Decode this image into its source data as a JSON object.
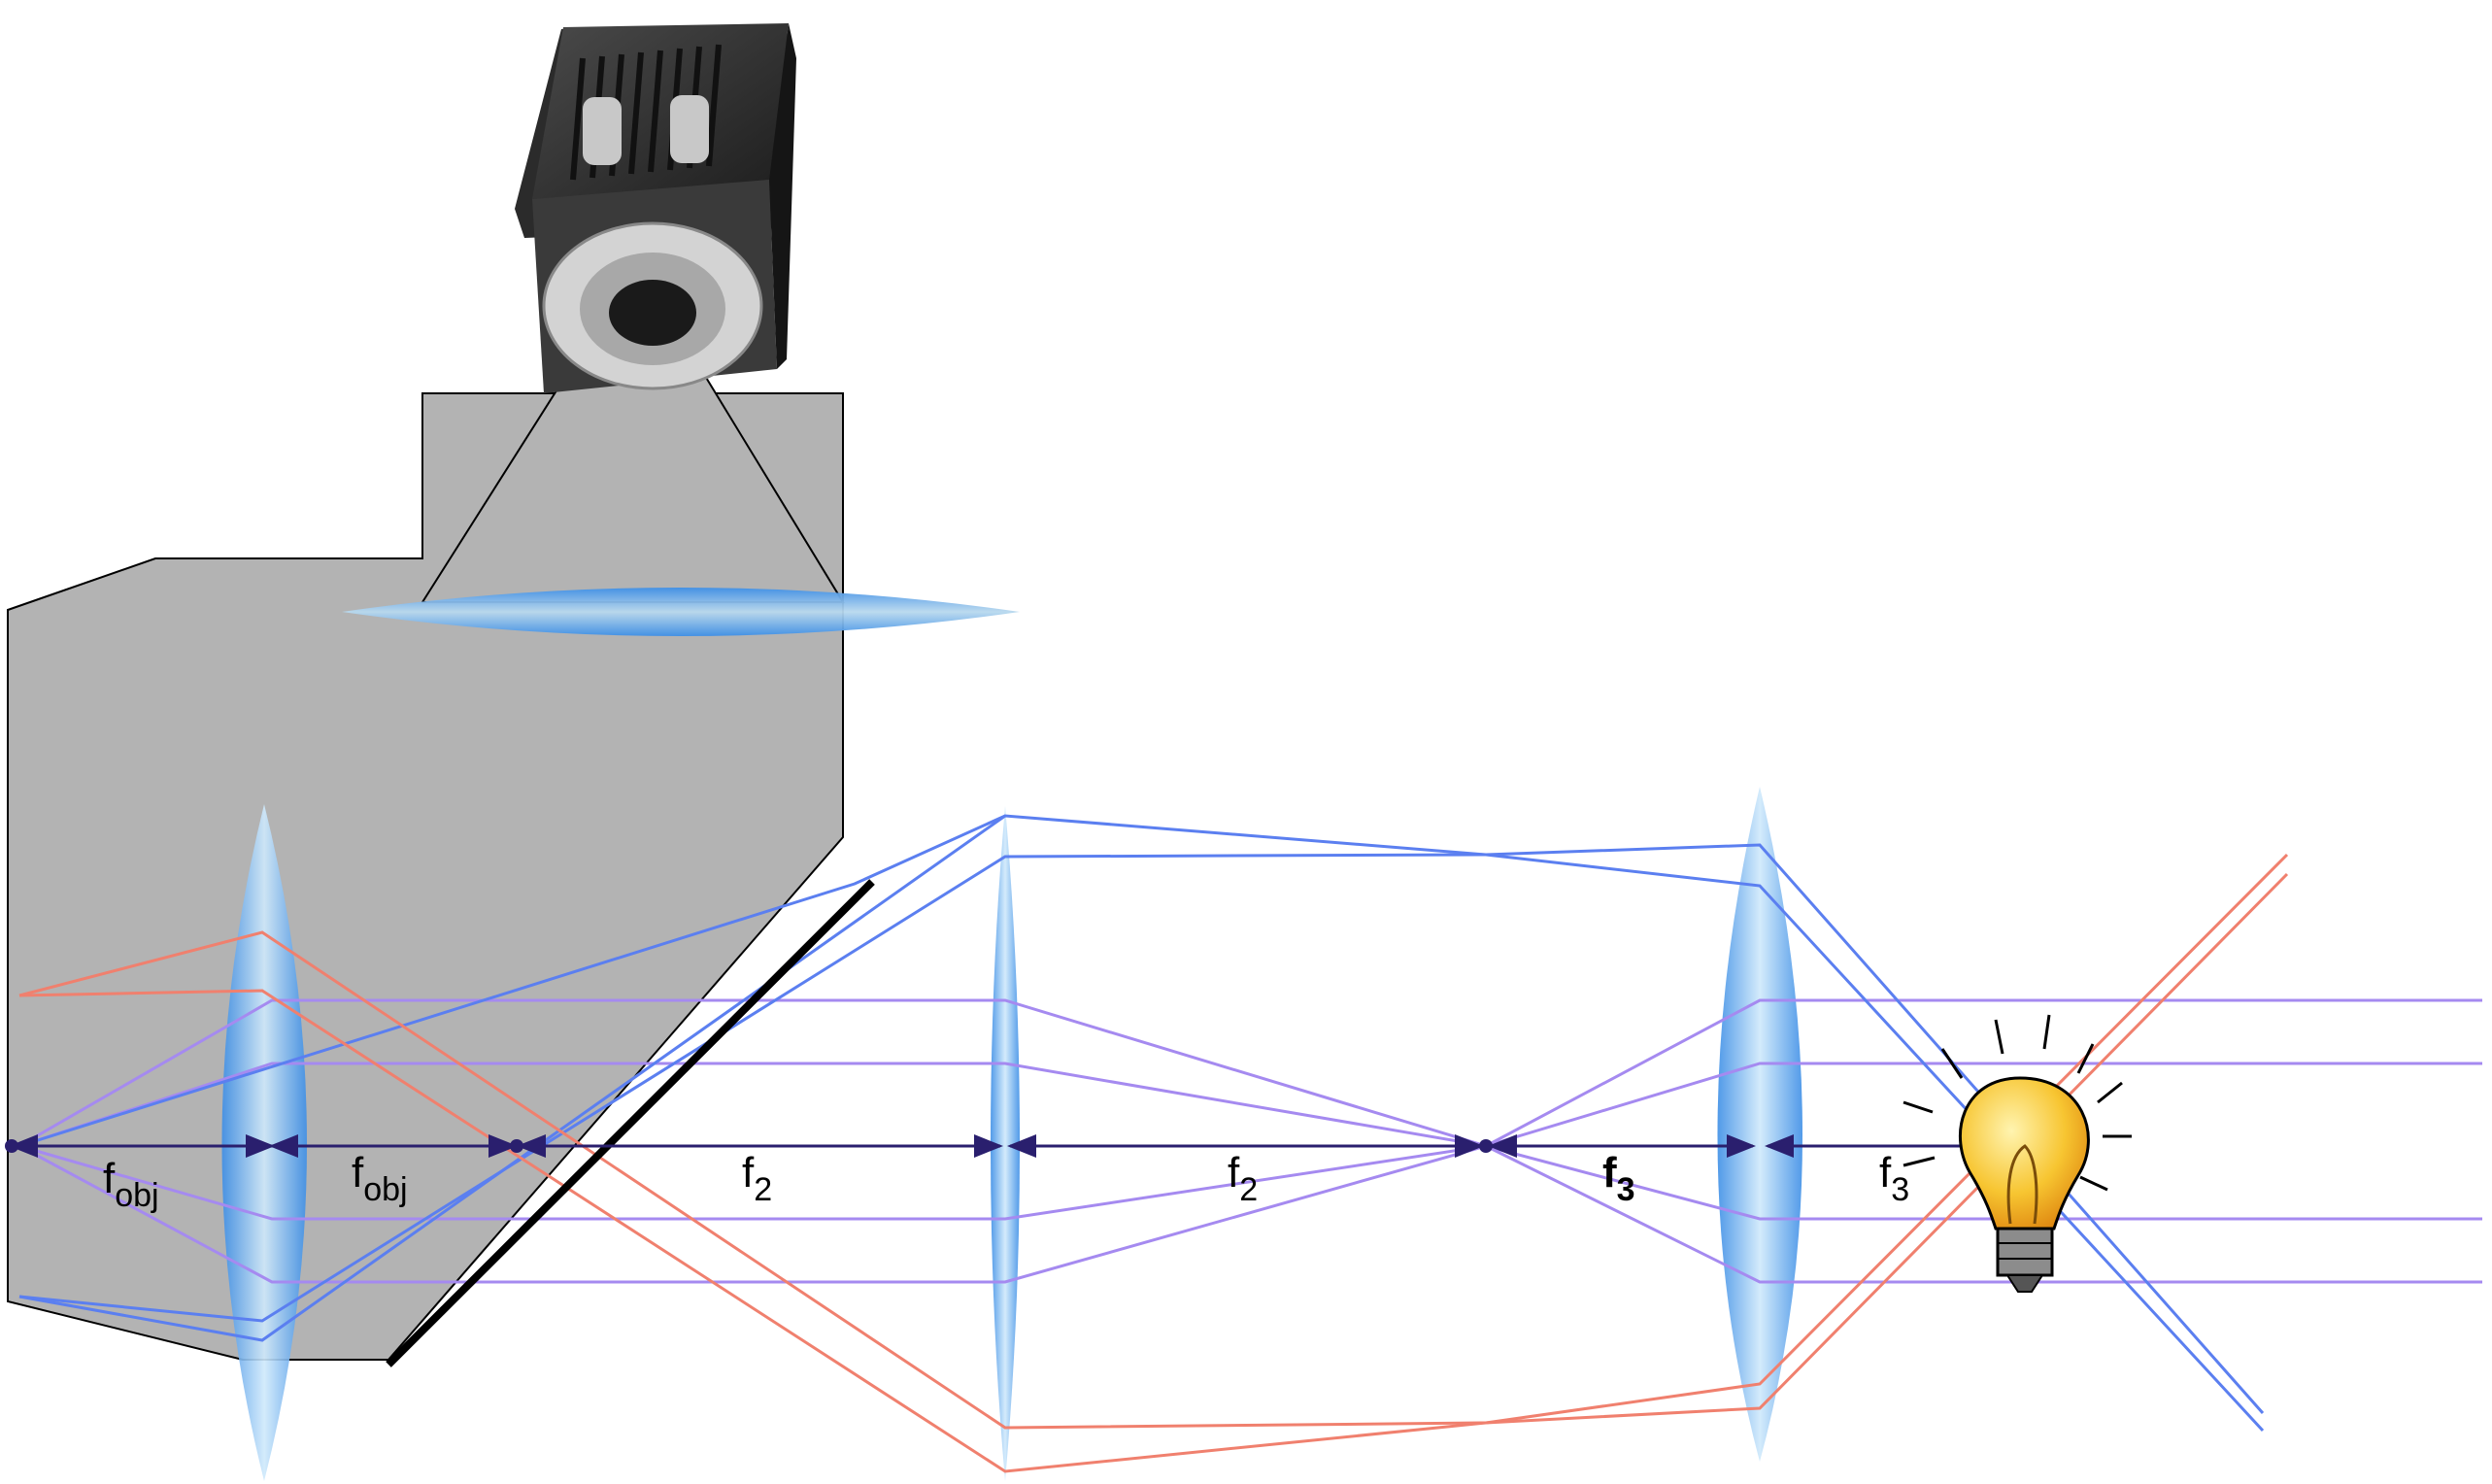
{
  "labels": {
    "f_obj_left": {
      "main": "f",
      "sub": "obj"
    },
    "f_obj_right": {
      "main": "f",
      "sub": "obj"
    },
    "f2_left": {
      "main": "f",
      "sub": "2"
    },
    "f2_right": {
      "main": "f",
      "sub": "2"
    },
    "f3_left": {
      "main": "f",
      "sub": "3"
    },
    "f3_right": {
      "main": "f",
      "sub": "3"
    }
  },
  "colors": {
    "blue_ray": "#5b7ff0",
    "purple_ray": "#a58af0",
    "red_ray": "#f0806e",
    "axis": "#2a1f6e",
    "lens": "#5aaaf0",
    "shading": "#b3b3b3",
    "mirror": "#000000"
  },
  "icons": [
    "camera-icon",
    "lightbulb-icon"
  ]
}
